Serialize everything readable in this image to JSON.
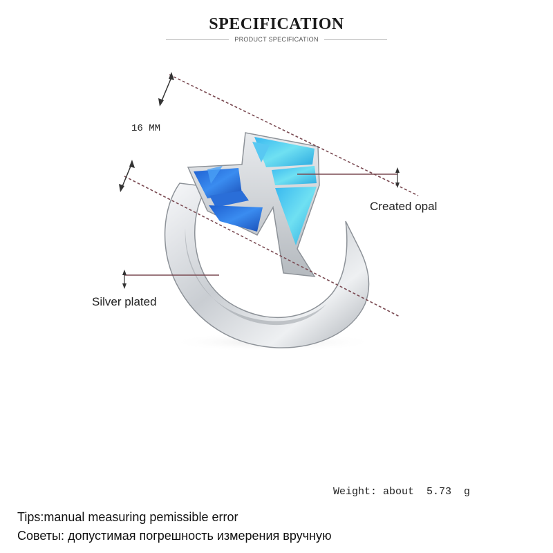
{
  "header": {
    "title": "SPECIFICATION",
    "subtitle": "PRODUCT SPECIFICATION"
  },
  "product": {
    "name": "ring",
    "size_label": "16 MM",
    "stone_label": "Created opal",
    "metal_label": "Silver plated",
    "weight_text": "Weight: about  5.73  g"
  },
  "footer": {
    "tips_en": "Tips:manual measuring pemissible error",
    "tips_ru": "Советы: допустимая погрешность измерения вручную"
  },
  "colors": {
    "guide_line": "#7a4a52",
    "opal_blue": "#2f7fe0",
    "opal_cyan": "#3fd0e8",
    "silver": "#d9dce0"
  }
}
